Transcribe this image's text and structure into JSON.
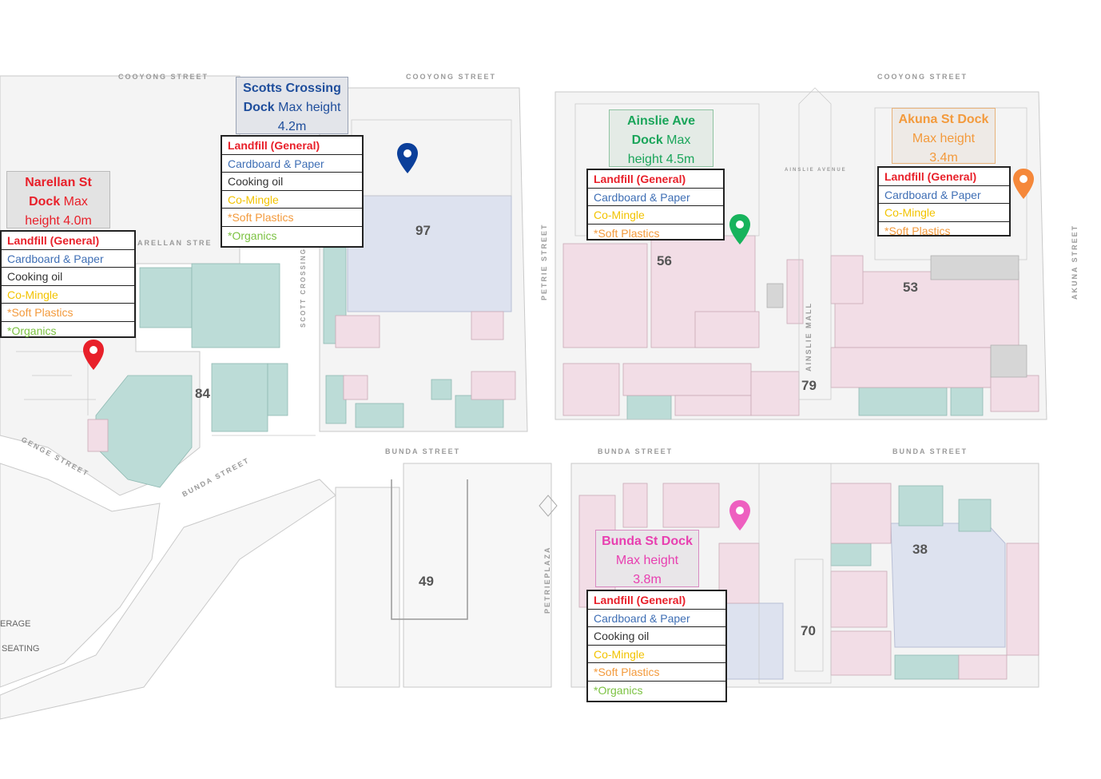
{
  "streets": {
    "cooyong": "COOYONG STREET",
    "bunda": "BUNDA STREET",
    "arellan": "ARELLAN STRE",
    "genge": "GENGE STREET",
    "petrie": "PETRIE STREET",
    "petrie_plaza": "PETRIEPLAZA",
    "ainslie_ave": "AINSLIE AVENUE",
    "ainslie_mall": "AINSLIE MALL",
    "akuna": "AKUNA STREET",
    "scott_crossing": "SCOTT CROSSING"
  },
  "buildings": [
    "97",
    "56",
    "53",
    "84",
    "79",
    "49",
    "38",
    "70"
  ],
  "side_labels": [
    "ERAGE",
    "SEATING"
  ],
  "waste_labels": {
    "landfill": "Landfill (General)",
    "cardboard": "Cardboard & Paper",
    "oil": "Cooking oil",
    "comingle": "Co-Mingle",
    "soft": "*Soft Plastics",
    "organics": "*Organics"
  },
  "docks": {
    "scotts": {
      "name": "Scotts Crossing Dock",
      "line1": "Scotts Crossing",
      "line2a": "Dock",
      "line2b": " Max height",
      "line3": "4.2m",
      "color": "#1f4e9c",
      "pin_color": "#0b3f9a"
    },
    "narellan": {
      "line1": "Narellan St",
      "line2a": "Dock",
      "line2b": " Max",
      "line3": "height 4.0m",
      "color": "#e8202a",
      "pin_color": "#e8202a"
    },
    "ainslie": {
      "line1": "Ainslie Ave",
      "line2a": "Dock",
      "line2b": " Max",
      "line3": "height 4.5m",
      "color": "#1aa55a",
      "pin_color": "#17b35c"
    },
    "akuna": {
      "line1": "Akuna St Dock",
      "line2": "Max height",
      "line3": "3.4m",
      "color": "#f39a3c",
      "pin_color": "#f5883a"
    },
    "bunda": {
      "line1": "Bunda St Dock",
      "line2": "Max height",
      "line3": "3.8m",
      "color": "#e83fb0",
      "pin_color": "#ee5fc0"
    }
  }
}
